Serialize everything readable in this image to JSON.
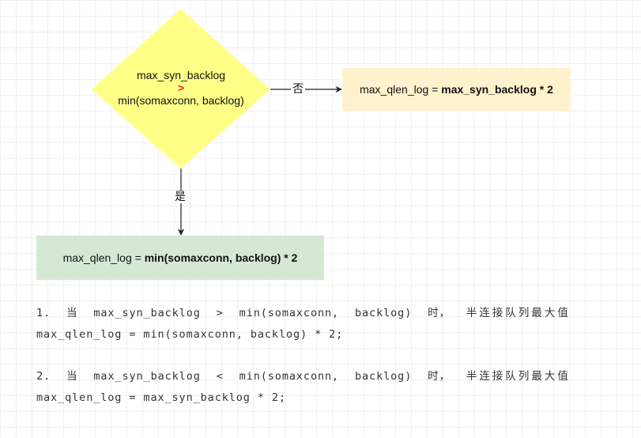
{
  "decision": {
    "line1": "max_syn_backlog",
    "operator": ">",
    "line2": "min(somaxconn, backlog)"
  },
  "edge_no_label": "否",
  "edge_yes_label": "是",
  "box_no": {
    "prefix": "max_qlen_log = ",
    "bold": "max_syn_backlog",
    "suffix": " * 2"
  },
  "box_yes": {
    "prefix": "max_qlen_log = ",
    "bold": "min(somaxconn, backlog)",
    "suffix": " * 2"
  },
  "rules": [
    {
      "line1_words": [
        "1.",
        "当",
        "max_syn_backlog",
        ">",
        "min(somaxconn,",
        "backlog)",
        "时，",
        "半连接队列最大值"
      ],
      "line2": "max_qlen_log = min(somaxconn, backlog) * 2;"
    },
    {
      "line1_words": [
        "2.",
        "当",
        "max_syn_backlog",
        "<",
        "min(somaxconn,",
        "backlog)",
        "时，",
        "半连接队列最大值"
      ],
      "line2": "max_qlen_log = max_syn_backlog * 2;"
    }
  ],
  "colors": {
    "diamond_fill": "#ffff88",
    "box_no_fill": "#fff2cc",
    "box_yes_fill": "#d5e8d4",
    "edge": "#222222",
    "operator": "#e0271e"
  }
}
